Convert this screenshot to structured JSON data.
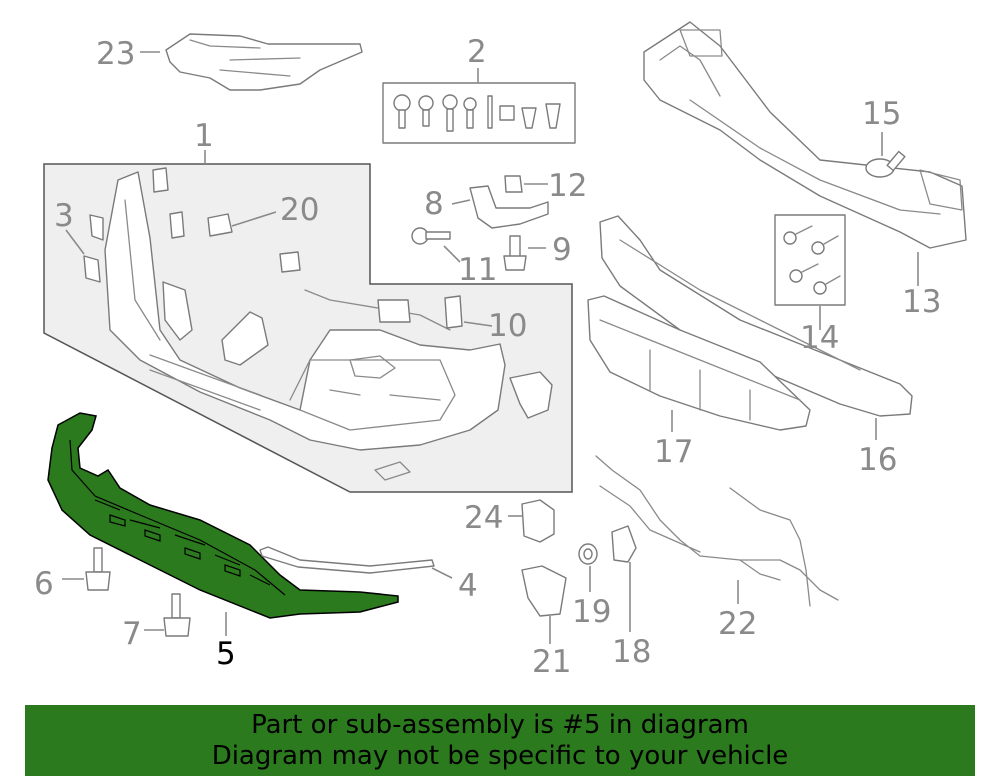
{
  "diagram": {
    "callouts": [
      "1",
      "2",
      "3",
      "4",
      "5",
      "6",
      "7",
      "8",
      "9",
      "10",
      "11",
      "12",
      "13",
      "14",
      "15",
      "16",
      "17",
      "18",
      "19",
      "20",
      "21",
      "22",
      "23",
      "24"
    ],
    "highlighted_callout": "5",
    "highlight_color": "#2b7a1e",
    "line_color": "#8a8a8a"
  },
  "banner": {
    "line1": "Part or sub-assembly is #5 in diagram",
    "line2": "Diagram may not be specific to your vehicle",
    "background": "#2b7a1e"
  }
}
